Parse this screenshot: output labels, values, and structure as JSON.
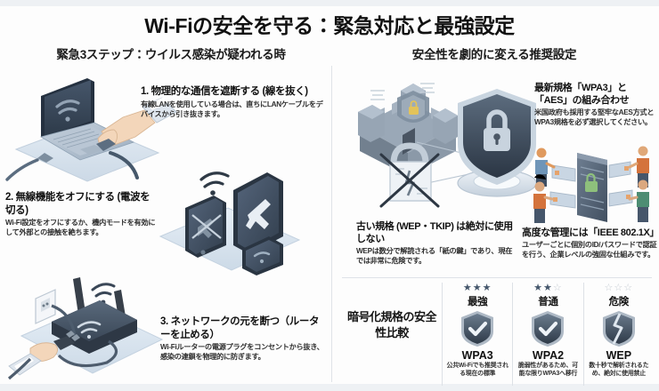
{
  "title": "Wi-Fiの安全を守る：緊急対応と最強設定",
  "left_section": {
    "heading": "緊急3ステップ：ウイルス感染が疑われる時",
    "steps": [
      {
        "title": "1. 物理的な通信を遮断する (線を抜く)",
        "desc": "有線LANを使用している場合は、直ちにLANケーブルをデバイスから引き抜きます。",
        "art": "laptop-hand-ethernet-cable"
      },
      {
        "title": "2. 無線機能をオフにする (電波を切る)",
        "desc": "Wi-Fi設定をオフにするか、機内モードを有効にして外部との接触を絶ちます。",
        "art": "smartphone-tablet-airplane-mode"
      },
      {
        "title": "3. ネットワークの元を断つ（ルーターを止める）",
        "desc": "Wi-Fiルーターの電源プラグをコンセントから抜き、感染の連鎖を物理的に防ぎます。",
        "art": "router-unplug-hand-outlet"
      }
    ]
  },
  "right_section": {
    "heading": "安全性を劇的に変える推奨設定",
    "cards": [
      {
        "title": "最新規格「WPA3」と「AES」の組み合わせ",
        "desc": "米国政府も採用する堅牢なAES方式とWPA3規格を必ず選択してください。",
        "art": "castle-fortress-shield-lock"
      },
      {
        "title": "古い規格 (WEP・TKIP) は絶対に使用しない",
        "desc": "WEPは数分で解読される「紙の鍵」であり、現在では非常に危険です。",
        "art": "broken-paper-lock-crossed-out"
      },
      {
        "title": "高度な管理には「IEEE 802.1X」",
        "desc": "ユーザーごとに個別のID/パスワードで認証を行う、企業レベルの強固な仕組みです。",
        "art": "people-id-card-authentication-door"
      }
    ]
  },
  "comparison": {
    "label": "暗号化規格の安全性比較",
    "rows": [
      {
        "stars_filled": 3,
        "stars_total": 3,
        "rank": "最強",
        "standard": "WPA3",
        "note": "公共Wi-Fiでも推奨される現在の標準",
        "icon": "shield-check"
      },
      {
        "stars_filled": 2,
        "stars_total": 3,
        "rank": "普通",
        "standard": "WPA2",
        "note": "脆弱性があるため、可能な限りWPA3へ移行",
        "icon": "shield-check"
      },
      {
        "stars_filled": 0,
        "stars_total": 3,
        "rank": "危険",
        "standard": "WEP",
        "note": "数十秒で解析されるため、絶対に使用禁止",
        "icon": "shield-broken"
      }
    ]
  },
  "colors": {
    "background": "#fdfdfd",
    "band": "#eef1f4",
    "divider": "#dfe3e8",
    "text": "#111111",
    "star_on": "#44566b",
    "star_off": "#c6ccd3",
    "device_dark": "#3c4a5a",
    "device_light": "#aebbc9",
    "skin": "#f0d2b6"
  }
}
